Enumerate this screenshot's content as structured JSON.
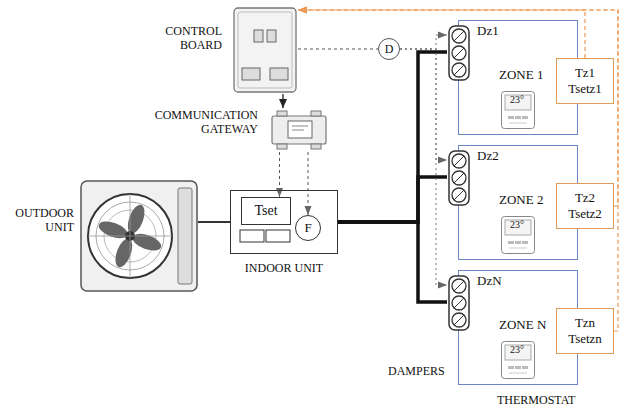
{
  "diagram": {
    "nodes": [
      {
        "text": [
          "CONTROL BOARD"
        ]
      },
      {
        "text": [
          "COMMUNICATION GATEWAY"
        ]
      },
      {
        "text": [
          "OUTDOOR UNIT"
        ]
      },
      {
        "text": [
          "INDOOR UNIT"
        ]
      },
      {
        "text": [
          "Tset"
        ],
        "in": 3
      },
      {
        "text": [
          "F"
        ],
        "in": 3
      },
      {
        "text": [
          "D"
        ]
      },
      {
        "text": [
          "Dz1",
          "ZONE 1"
        ]
      },
      {
        "text": [
          "Tz1",
          "Tsetz1"
        ]
      },
      {
        "text": [
          "Dz2",
          "ZONE 2"
        ]
      },
      {
        "text": [
          "Tz2",
          "Tsetz2"
        ]
      },
      {
        "text": [
          "DzN",
          "ZONE N"
        ]
      },
      {
        "text": [
          "Tzn",
          "Tsetzn"
        ]
      }
    ],
    "edges": [
      {
        "from": 0,
        "to": 1,
        "arrow": "to"
      },
      {
        "from": 1,
        "to": 4,
        "arrow": "to"
      },
      {
        "from": 1,
        "to": 5,
        "arrow": "to"
      },
      {
        "from": 2,
        "to": 3,
        "arrow": "none"
      },
      {
        "from": 0,
        "to": 6,
        "arrow": "none"
      },
      {
        "from": 3,
        "to": 7,
        "arrow": "none"
      },
      {
        "from": 3,
        "to": 9,
        "arrow": "none"
      },
      {
        "from": 3,
        "to": 11,
        "arrow": "none"
      },
      {
        "from": 6,
        "to": 7,
        "arrow": "to"
      },
      {
        "from": 6,
        "to": 9,
        "arrow": "to"
      },
      {
        "from": 6,
        "to": 11,
        "arrow": "to"
      },
      {
        "from": 8,
        "to": 0,
        "arrow": "to"
      },
      {
        "from": 10,
        "to": 0,
        "arrow": "to"
      },
      {
        "from": 12,
        "to": 0,
        "arrow": "to"
      }
    ],
    "labels": [
      "DAMPERS",
      "THERMOSTAT",
      "23°",
      "23°",
      "23°"
    ]
  }
}
